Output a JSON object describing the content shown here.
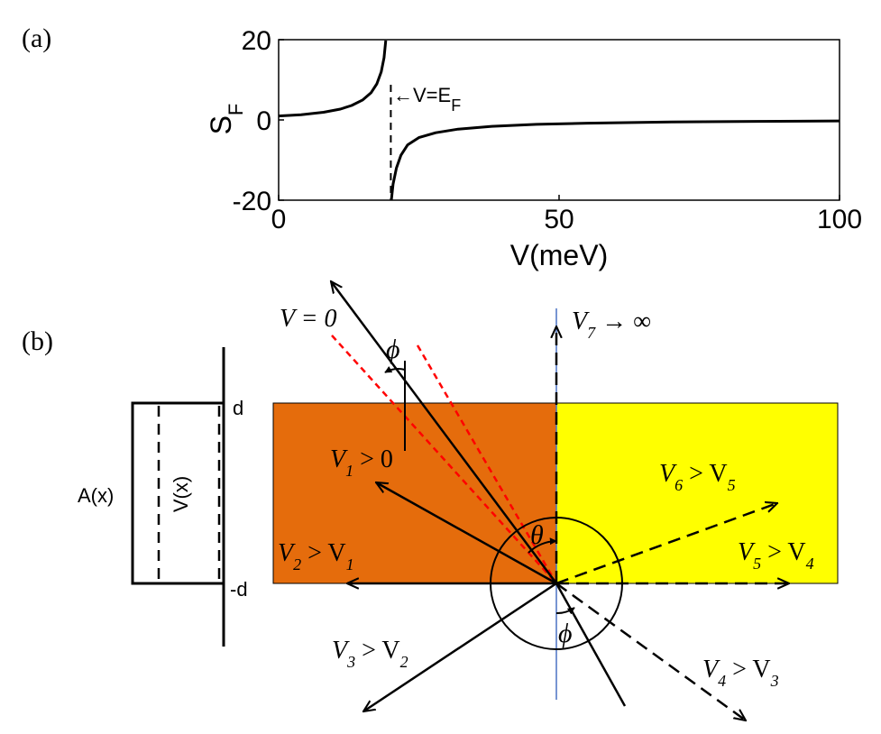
{
  "panel_a": {
    "label": "(a)",
    "ylabel_main": "S",
    "ylabel_sub": "F",
    "xlabel": "V(meV)",
    "annotation_main": "←V=E",
    "annotation_sub": "F",
    "chart_data": {
      "type": "line",
      "title": "",
      "xlabel": "V(meV)",
      "ylabel": "S_F",
      "xlim": [
        0,
        100
      ],
      "ylim": [
        -20,
        20
      ],
      "xticks": [
        "0",
        "50",
        "100"
      ],
      "yticks": [
        "20",
        "0",
        "-20"
      ],
      "grid": false,
      "legend": "none",
      "pole_x": 20,
      "series": [
        {
          "x": [
            0,
            4,
            8,
            11,
            13,
            15,
            16.5,
            17.5,
            18.3,
            18.8,
            19.1
          ],
          "values": [
            1.0,
            1.3,
            1.9,
            2.7,
            3.6,
            5.0,
            6.8,
            9.0,
            12.0,
            15.5,
            19.8
          ]
        },
        {
          "x": [
            20.1,
            20.4,
            21,
            21.8,
            23,
            25,
            28,
            32,
            38,
            46,
            55,
            70,
            85,
            100
          ],
          "values": [
            -20,
            -16,
            -12,
            -8.8,
            -6.2,
            -4.4,
            -3.2,
            -2.3,
            -1.6,
            -1.1,
            -0.8,
            -0.5,
            -0.35,
            -0.25
          ]
        }
      ],
      "annotation": "V=E_F"
    }
  },
  "panel_b": {
    "label": "(b)",
    "profile": {
      "a_label": "A(x)",
      "v_label": "V(x)",
      "top_label": "d",
      "bottom_label": "-d"
    },
    "colors": {
      "left_region": "#E56C0C",
      "right_region": "#FFFF00",
      "red_dashed": "#FF0000",
      "normal_line": "#4A72C4"
    },
    "rays": {
      "v0": "V = 0",
      "v1": "V",
      "v1_sub": "1",
      "v1_rest": " > 0",
      "v2": "V",
      "v2_sub": "2",
      "v2_mid": " > V",
      "v2_sub2": "1",
      "v3": "V",
      "v3_sub": "3",
      "v3_mid": " > V",
      "v3_sub2": "2",
      "v4": "V",
      "v4_sub": "4",
      "v4_mid": " > V",
      "v4_sub2": "3",
      "v5": "V",
      "v5_sub": "5",
      "v5_mid": " > V",
      "v5_sub2": "4",
      "v6": "V",
      "v6_sub": "6",
      "v6_mid": " > V",
      "v6_sub2": "5",
      "v7": "V",
      "v7_sub": "7",
      "v7_rest": " → ∞"
    },
    "angles": {
      "phi": "ϕ",
      "theta": "θ"
    }
  }
}
